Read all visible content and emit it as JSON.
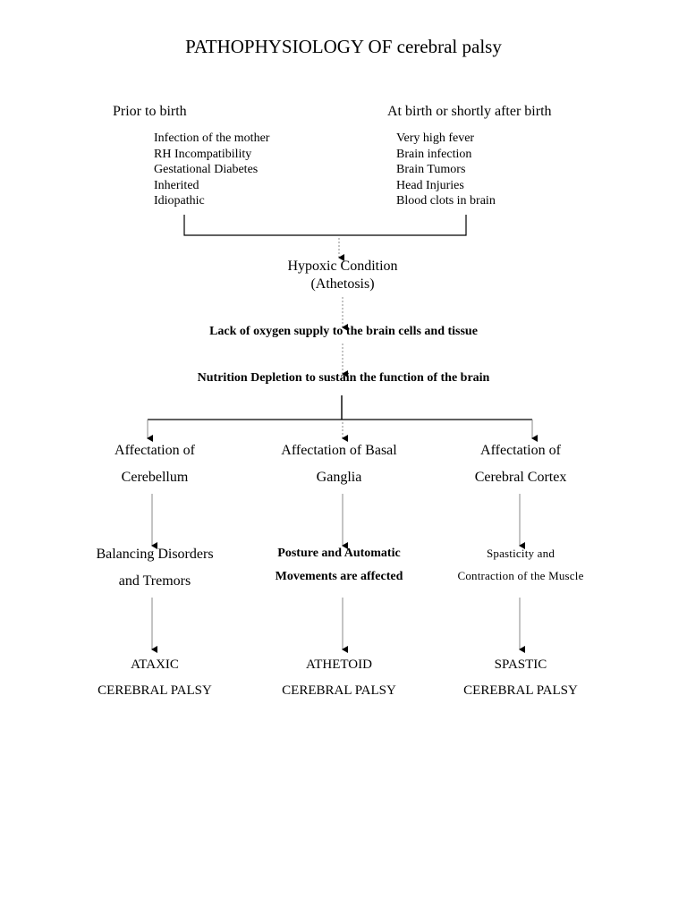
{
  "title": "PATHOPHYSIOLOGY OF cerebral palsy",
  "prior": {
    "heading": "Prior to birth",
    "items": [
      "Infection of the mother",
      "RH Incompatibility",
      "Gestational Diabetes",
      "Inherited",
      "Idiopathic"
    ]
  },
  "atbirth": {
    "heading": "At birth or shortly after birth",
    "items": [
      "Very high fever",
      "Brain infection",
      "Brain Tumors",
      "Head Injuries",
      "Blood clots in brain"
    ]
  },
  "hypoxic": {
    "line1": "Hypoxic Condition",
    "line2": "(Athetosis)"
  },
  "lack": "Lack of oxygen supply to the brain cells  and tissue",
  "nutrition": "Nutrition Depletion to sustain the function of the brain",
  "branches": [
    {
      "line1": "Affectation of",
      "line2": "Cerebellum",
      "effect1": "Balancing Disorders",
      "effect2": "and Tremors",
      "type1": "ATAXIC",
      "type2": "CEREBRAL PALSY"
    },
    {
      "line1": "Affectation of Basal",
      "line2": "Ganglia",
      "effect1": "Posture and Automatic",
      "effect2": "Movements are affected",
      "type1": "ATHETOID",
      "type2": "CEREBRAL PALSY"
    },
    {
      "line1": "Affectation of",
      "line2": "Cerebral Cortex",
      "effect1": "Spasticity and",
      "effect2": "Contraction of the Muscle",
      "type1": "SPASTIC",
      "type2": "CEREBRAL PALSY"
    }
  ]
}
